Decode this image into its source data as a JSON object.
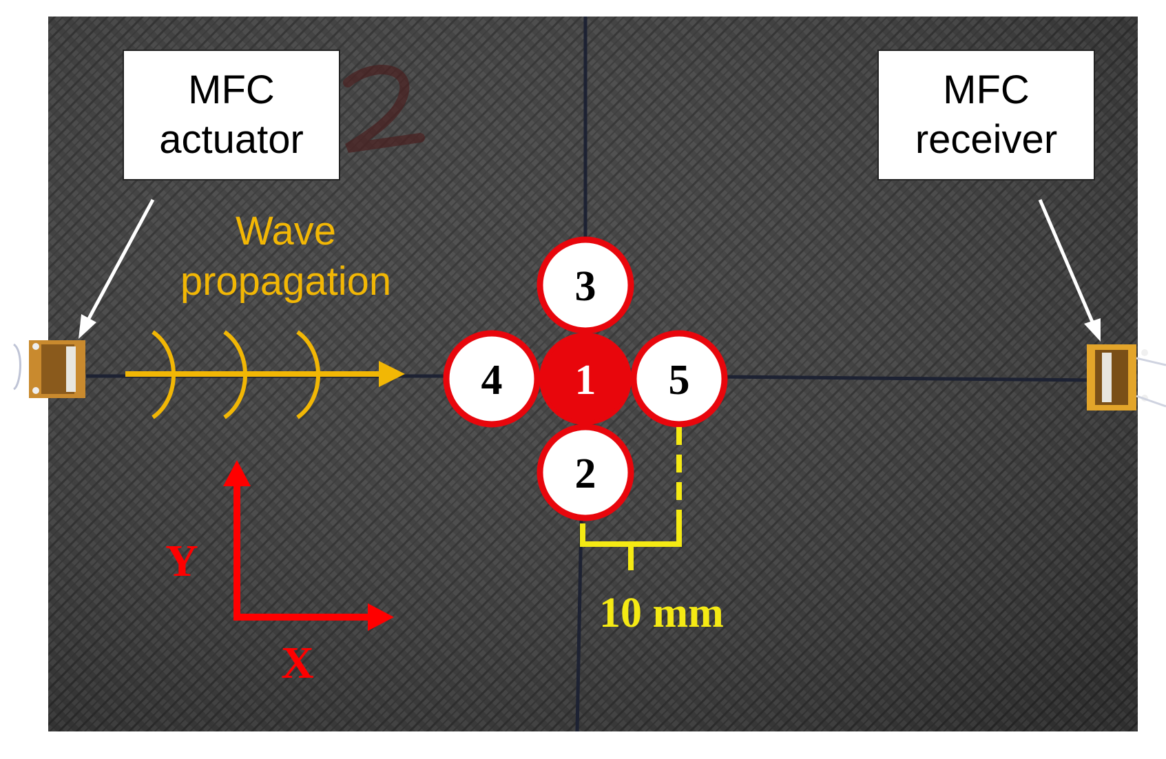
{
  "labels": {
    "actuator": {
      "line1": "MFC",
      "line2": "actuator"
    },
    "receiver": {
      "line1": "MFC",
      "line2": "receiver"
    },
    "wave": {
      "line1": "Wave",
      "line2": "propagation"
    },
    "distance": "10 mm",
    "axis_x": "X",
    "axis_y": "Y"
  },
  "points": [
    {
      "id": "1",
      "label": "1",
      "filled": true
    },
    {
      "id": "2",
      "label": "2",
      "filled": false
    },
    {
      "id": "3",
      "label": "3",
      "filled": false
    },
    {
      "id": "4",
      "label": "4",
      "filled": false
    },
    {
      "id": "5",
      "label": "5",
      "filled": false
    }
  ],
  "colors": {
    "plate": "#3a3a3a",
    "point_ring": "#e8060c",
    "point_fill": "#ffffff",
    "point_center_fill": "#e8060c",
    "wave": "#f2b705",
    "dimension": "#f5ea14",
    "axis": "#ff0000",
    "transducer": "#c98a2e"
  }
}
